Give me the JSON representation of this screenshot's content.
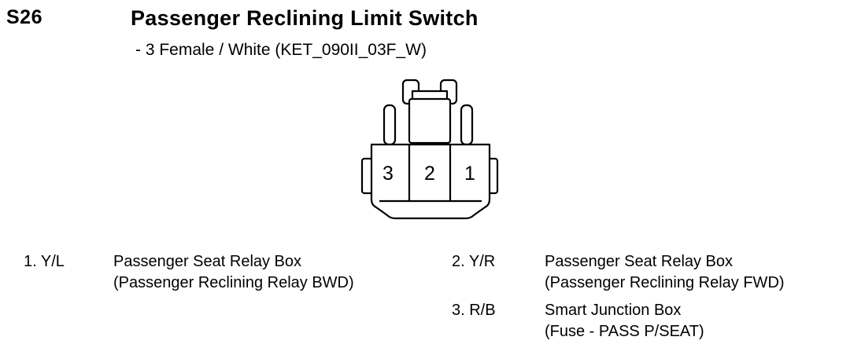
{
  "header": {
    "connector_id": "S26",
    "title": "Passenger Reclining Limit Switch",
    "subtitle": "- 3 Female / White (KET_090II_03F_W)"
  },
  "connector": {
    "cavities": [
      "3",
      "2",
      "1"
    ]
  },
  "pins": [
    {
      "label": "1. Y/L",
      "line1": "Passenger Seat Relay Box",
      "line2": "(Passenger Reclining Relay BWD)"
    },
    {
      "label": "2. Y/R",
      "line1": "Passenger Seat Relay Box",
      "line2": "(Passenger Reclining Relay FWD)"
    },
    {
      "label": "3. R/B",
      "line1": "Smart Junction Box",
      "line2": "(Fuse - PASS P/SEAT)"
    }
  ]
}
